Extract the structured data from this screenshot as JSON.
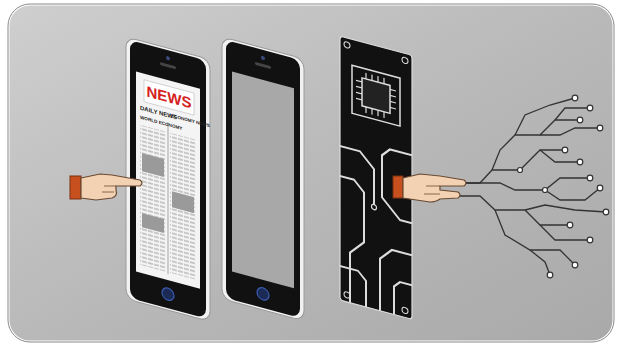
{
  "diagram": {
    "labels": [
      "NEWS",
      "DAILY NEWS",
      "ECONOMY NEWS",
      "WORLD ECONOMY"
    ]
  }
}
